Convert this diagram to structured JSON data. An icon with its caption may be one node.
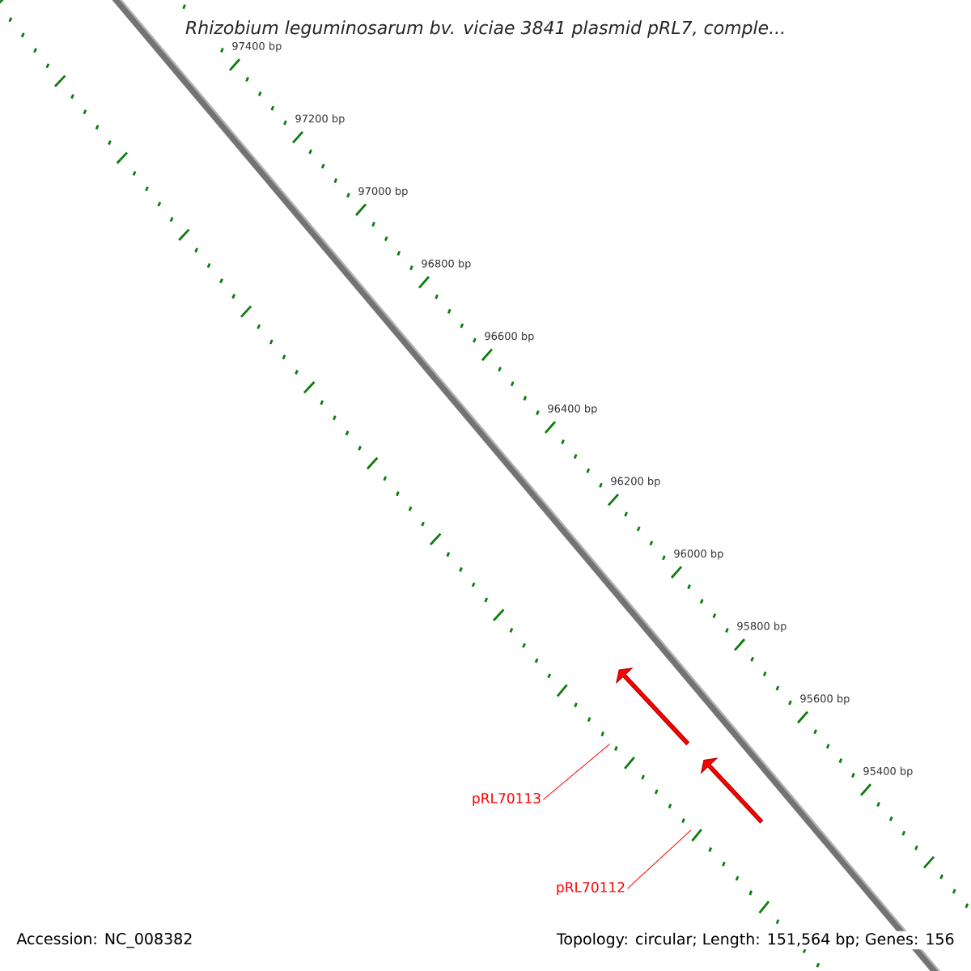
{
  "diagram": {
    "title": "Rhizobium leguminosarum bv. viciae 3841 plasmid pRL7, comple...",
    "nodes": [
      {
        "text": [
          "pRL70113"
        ]
      },
      {
        "text": [],
        "shape": "arrow"
      },
      {
        "text": [
          "pRL70112"
        ]
      },
      {
        "text": [],
        "shape": "arrow"
      }
    ],
    "edges": [
      {
        "from": 0,
        "to": 1,
        "arrow": "none"
      },
      {
        "from": 2,
        "to": 3,
        "arrow": "none"
      }
    ],
    "labels": [
      "97400 bp",
      "97200 bp",
      "97000 bp",
      "96800 bp",
      "96600 bp",
      "96400 bp",
      "96200 bp",
      "96000 bp",
      "95800 bp",
      "95600 bp",
      "95400 bp",
      "Accession: NC_008382",
      "Topology: circular; Length: 151,564 bp; Genes: 156"
    ]
  }
}
